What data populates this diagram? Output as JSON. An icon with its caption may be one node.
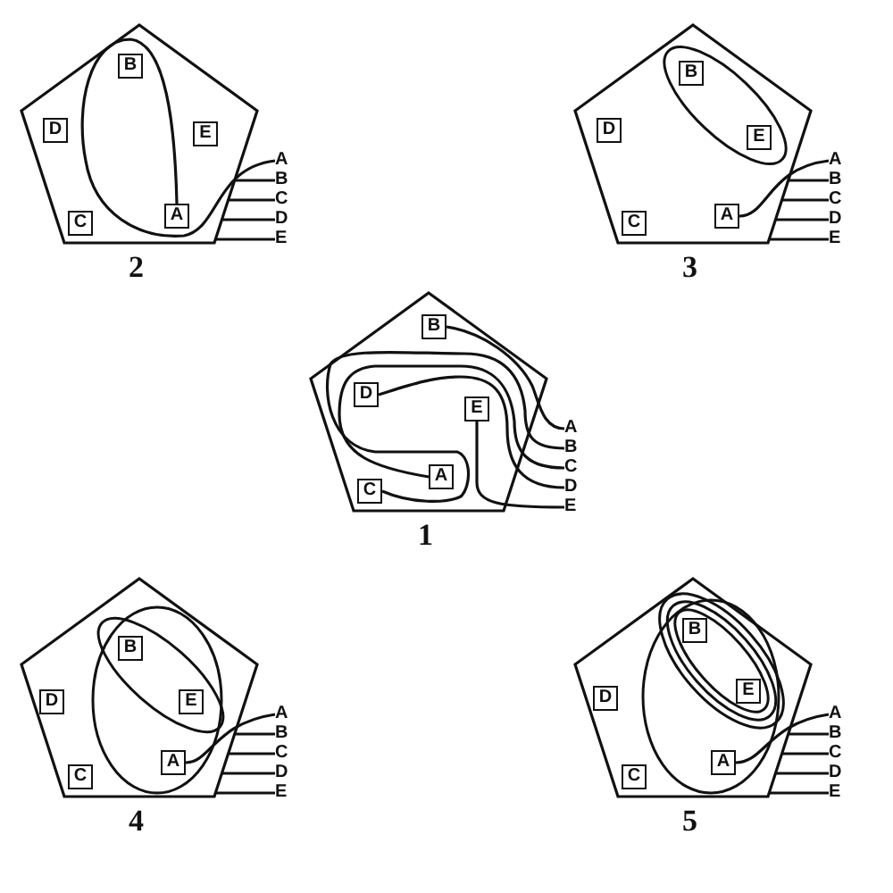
{
  "diagram": {
    "nodes": [
      {
        "text": [],
        "shape": "pentagon",
        "beside": [
          "2"
        ]
      },
      {
        "text": [
          "B"
        ],
        "in": 0
      },
      {
        "text": [
          "D"
        ],
        "in": 0
      },
      {
        "text": [
          "E"
        ],
        "in": 0
      },
      {
        "text": [
          "A"
        ],
        "in": 0
      },
      {
        "text": [
          "C"
        ],
        "in": 0
      },
      {
        "text": [
          "A"
        ]
      },
      {
        "text": [
          "B"
        ]
      },
      {
        "text": [
          "C"
        ]
      },
      {
        "text": [
          "D"
        ]
      },
      {
        "text": [
          "E"
        ]
      },
      {
        "text": [],
        "shape": "pentagon",
        "beside": [
          "3"
        ]
      },
      {
        "text": [
          "B"
        ],
        "in": 11
      },
      {
        "text": [
          "D"
        ],
        "in": 11
      },
      {
        "text": [
          "E"
        ],
        "in": 11
      },
      {
        "text": [
          "A"
        ],
        "in": 11
      },
      {
        "text": [
          "C"
        ],
        "in": 11
      },
      {
        "text": [
          "A"
        ]
      },
      {
        "text": [
          "B"
        ]
      },
      {
        "text": [
          "C"
        ]
      },
      {
        "text": [
          "D"
        ]
      },
      {
        "text": [
          "E"
        ]
      },
      {
        "text": [],
        "shape": "pentagon",
        "beside": [
          "1"
        ]
      },
      {
        "text": [
          "B"
        ],
        "in": 22
      },
      {
        "text": [
          "D"
        ],
        "in": 22
      },
      {
        "text": [
          "E"
        ],
        "in": 22
      },
      {
        "text": [
          "A"
        ],
        "in": 22
      },
      {
        "text": [
          "C"
        ],
        "in": 22
      },
      {
        "text": [
          "A"
        ]
      },
      {
        "text": [
          "B"
        ]
      },
      {
        "text": [
          "C"
        ]
      },
      {
        "text": [
          "D"
        ]
      },
      {
        "text": [
          "E"
        ]
      },
      {
        "text": [],
        "shape": "pentagon",
        "beside": [
          "4"
        ]
      },
      {
        "text": [
          "B"
        ],
        "in": 33
      },
      {
        "text": [
          "D"
        ],
        "in": 33
      },
      {
        "text": [
          "E"
        ],
        "in": 33
      },
      {
        "text": [
          "A"
        ],
        "in": 33
      },
      {
        "text": [
          "C"
        ],
        "in": 33
      },
      {
        "text": [
          "A"
        ]
      },
      {
        "text": [
          "B"
        ]
      },
      {
        "text": [
          "C"
        ]
      },
      {
        "text": [
          "D"
        ]
      },
      {
        "text": [
          "E"
        ]
      },
      {
        "text": [],
        "shape": "pentagon",
        "beside": [
          "5"
        ]
      },
      {
        "text": [
          "B"
        ],
        "in": 44
      },
      {
        "text": [
          "D"
        ],
        "in": 44
      },
      {
        "text": [
          "E"
        ],
        "in": 44
      },
      {
        "text": [
          "A"
        ],
        "in": 44
      },
      {
        "text": [
          "C"
        ],
        "in": 44
      },
      {
        "text": [
          "A"
        ]
      },
      {
        "text": [
          "B"
        ]
      },
      {
        "text": [
          "C"
        ]
      },
      {
        "text": [
          "D"
        ]
      },
      {
        "text": [
          "E"
        ]
      }
    ],
    "edges": [
      {
        "from": 4,
        "to": 6,
        "arrow": "none"
      },
      {
        "from": 7,
        "to": 0,
        "arrow": "none"
      },
      {
        "from": 8,
        "to": 0,
        "arrow": "none"
      },
      {
        "from": 9,
        "to": 0,
        "arrow": "none"
      },
      {
        "from": 10,
        "to": 0,
        "arrow": "none"
      },
      {
        "from": 15,
        "to": 17,
        "arrow": "none"
      },
      {
        "from": 18,
        "to": 11,
        "arrow": "none"
      },
      {
        "from": 19,
        "to": 11,
        "arrow": "none"
      },
      {
        "from": 20,
        "to": 11,
        "arrow": "none"
      },
      {
        "from": 21,
        "to": 11,
        "arrow": "none"
      },
      {
        "from": 23,
        "to": 28,
        "arrow": "none"
      },
      {
        "from": 27,
        "to": 29,
        "arrow": "none"
      },
      {
        "from": 26,
        "to": 30,
        "arrow": "none"
      },
      {
        "from": 24,
        "to": 31,
        "arrow": "none"
      },
      {
        "from": 25,
        "to": 32,
        "arrow": "none"
      },
      {
        "from": 37,
        "to": 39,
        "arrow": "none"
      },
      {
        "from": 40,
        "to": 33,
        "arrow": "none"
      },
      {
        "from": 41,
        "to": 33,
        "arrow": "none"
      },
      {
        "from": 42,
        "to": 33,
        "arrow": "none"
      },
      {
        "from": 43,
        "to": 33,
        "arrow": "none"
      },
      {
        "from": 48,
        "to": 50,
        "arrow": "none"
      },
      {
        "from": 51,
        "to": 44,
        "arrow": "none"
      },
      {
        "from": 52,
        "to": 44,
        "arrow": "none"
      },
      {
        "from": 53,
        "to": 44,
        "arrow": "none"
      },
      {
        "from": 54,
        "to": 44,
        "arrow": "none"
      }
    ]
  }
}
